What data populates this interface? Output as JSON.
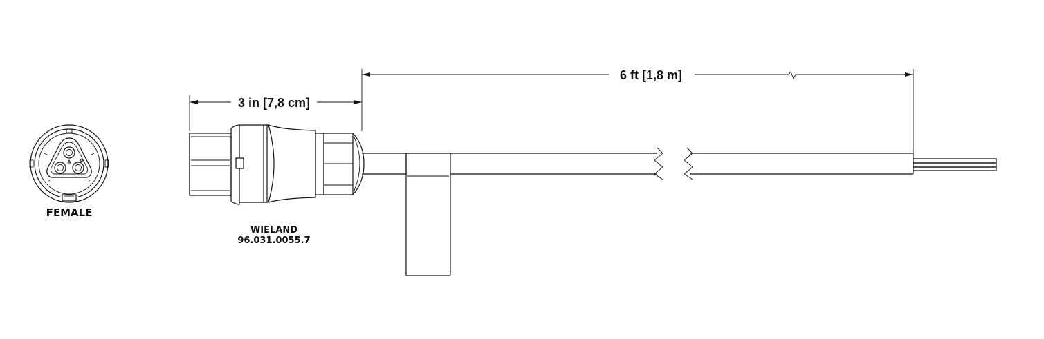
{
  "dimensions": {
    "cable_length": "6 ft [1,8 m]",
    "connector_length": "3 in [7,8 cm]"
  },
  "labels": {
    "gender": "FEMALE",
    "manufacturer": "WIELAND",
    "part_number": "96.031.0055.7"
  }
}
